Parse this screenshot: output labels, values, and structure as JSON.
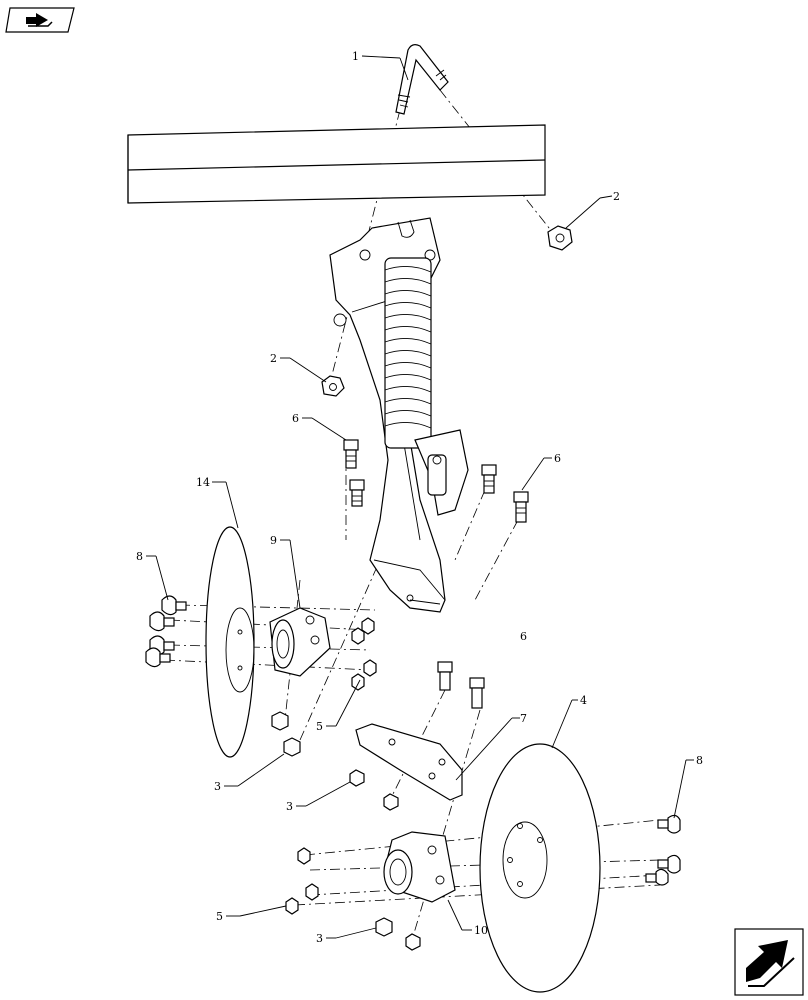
{
  "nav": {
    "back_icon": "back-to-index-icon",
    "forward_icon": "next-page-arrow-icon"
  },
  "callouts": [
    {
      "id": "c1",
      "label": "1"
    },
    {
      "id": "c2a",
      "label": "2"
    },
    {
      "id": "c2b",
      "label": "2"
    },
    {
      "id": "c6a",
      "label": "6"
    },
    {
      "id": "c6b",
      "label": "6"
    },
    {
      "id": "c6c",
      "label": "6"
    },
    {
      "id": "c14",
      "label": "14"
    },
    {
      "id": "c9",
      "label": "9"
    },
    {
      "id": "c8a",
      "label": "8"
    },
    {
      "id": "c5a",
      "label": "5"
    },
    {
      "id": "c3a",
      "label": "3"
    },
    {
      "id": "c3b",
      "label": "3"
    },
    {
      "id": "c4",
      "label": "4"
    },
    {
      "id": "c7",
      "label": "7"
    },
    {
      "id": "c8b",
      "label": "8"
    },
    {
      "id": "c5b",
      "label": "5"
    },
    {
      "id": "c10",
      "label": "10"
    },
    {
      "id": "c3c",
      "label": "3"
    }
  ]
}
